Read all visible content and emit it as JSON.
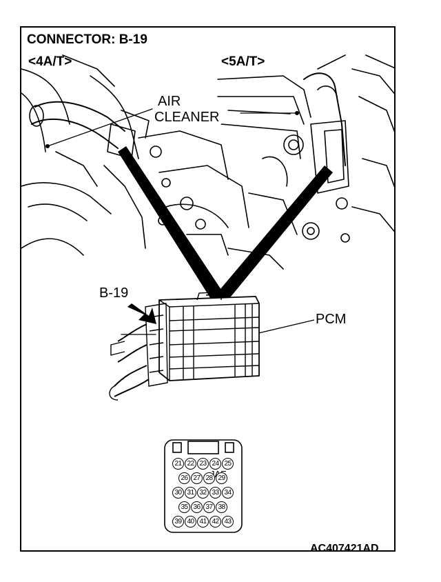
{
  "title": "CONNECTOR: B-19",
  "variants": {
    "left": "<4A/T>",
    "right": "<5A/T>"
  },
  "callouts": {
    "air_line1": "AIR",
    "air_line2": "CLEANER",
    "connector_ref": "B-19",
    "module": "PCM"
  },
  "connector_face": {
    "label": "JAE",
    "rows": [
      [
        "21",
        "22",
        "23",
        "24",
        "25"
      ],
      [
        "26",
        "27",
        "28",
        "29"
      ],
      [
        "30",
        "31",
        "32",
        "33",
        "34"
      ],
      [
        "35",
        "36",
        "37",
        "38"
      ],
      [
        "39",
        "40",
        "41",
        "42",
        "43"
      ]
    ]
  },
  "figure_code": "AC407421AD"
}
